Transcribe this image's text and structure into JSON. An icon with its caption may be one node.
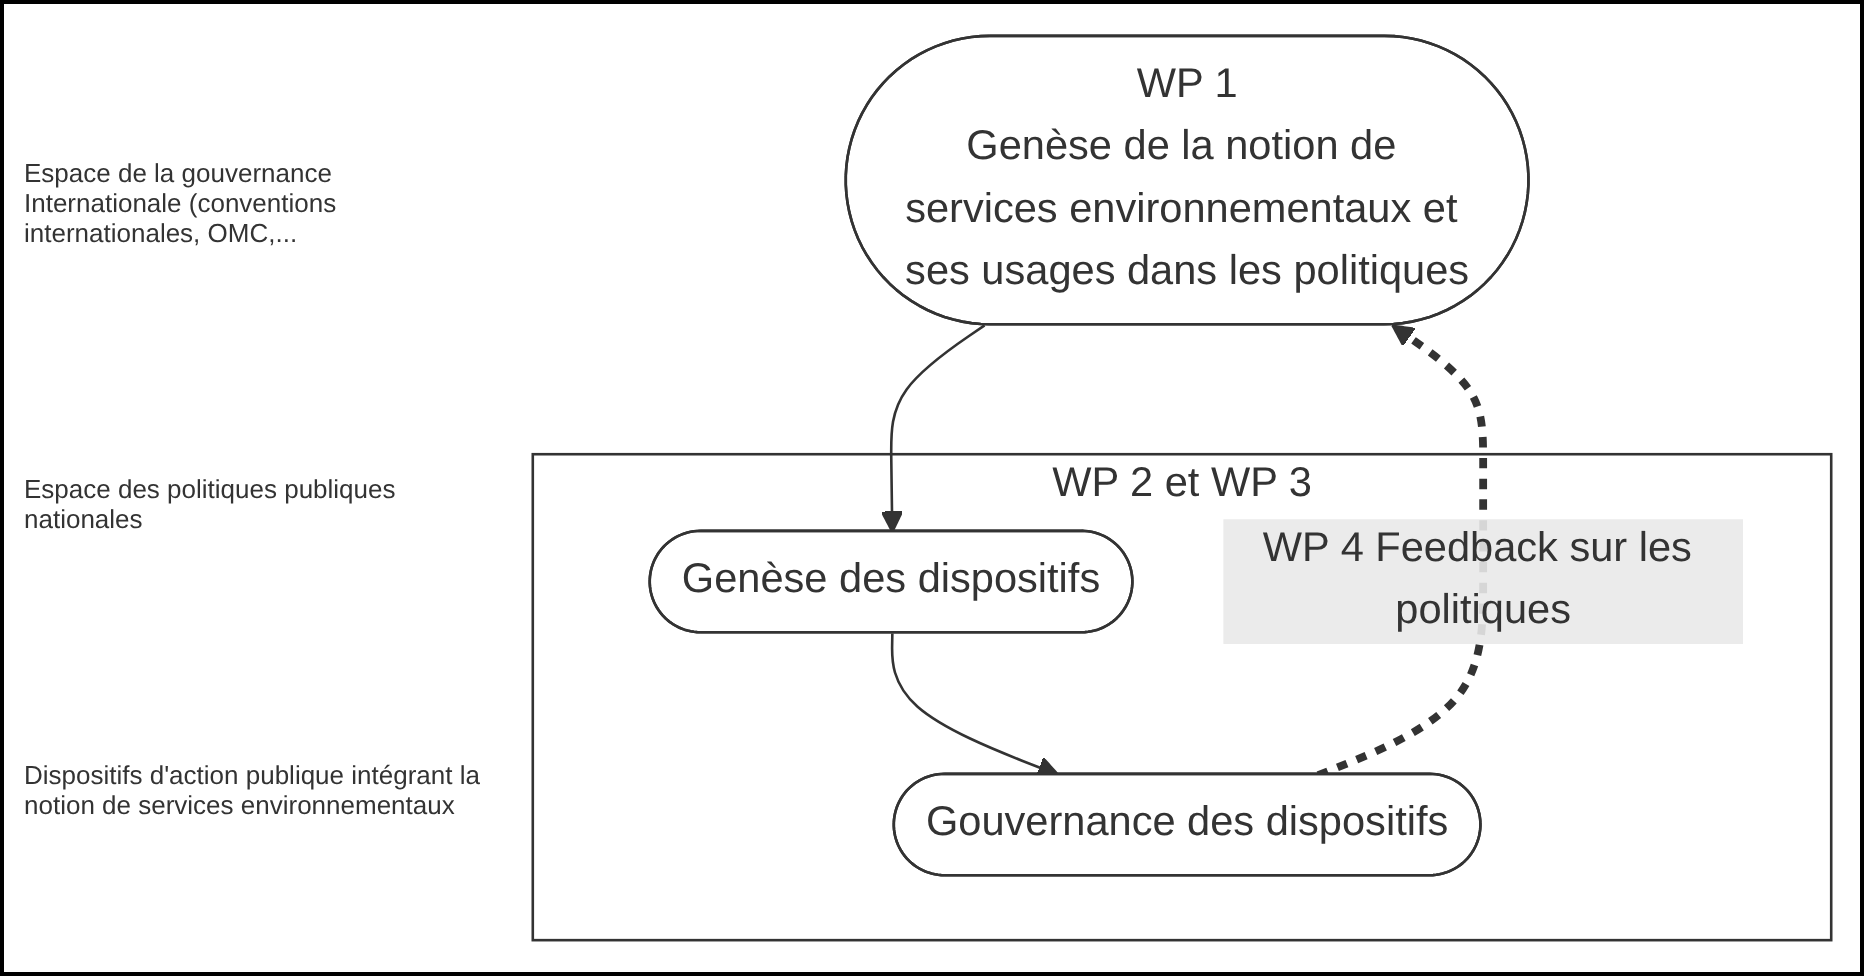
{
  "diagram": {
    "nodes": [
      {
        "text": [
          "WP 1",
          "Genèse de la notion de services environnementaux et ses usages dans les politiques"
        ]
      },
      {
        "text": [
          "WP 2 et WP 3"
        ]
      },
      {
        "text": [
          "Genèse des dispositifs"
        ],
        "in": 1
      },
      {
        "text": [
          "Gouvernance des dispositifs"
        ],
        "in": 1
      }
    ],
    "edges": [
      {
        "from": 0,
        "to": 2,
        "arrow": "to"
      },
      {
        "from": 2,
        "to": 3,
        "arrow": "to"
      },
      {
        "from": 3,
        "to": 0,
        "arrow": "to",
        "style": "dashed",
        "label": "WP 4 Feedback sur les politiques"
      }
    ],
    "labels": [
      "Espace de la gouvernance Internationale (conventions internationales, OMC,...",
      "Espace des politiques publiques nationales",
      "Dispositifs d'action publique intégrant la notion de services environnementaux"
    ]
  }
}
